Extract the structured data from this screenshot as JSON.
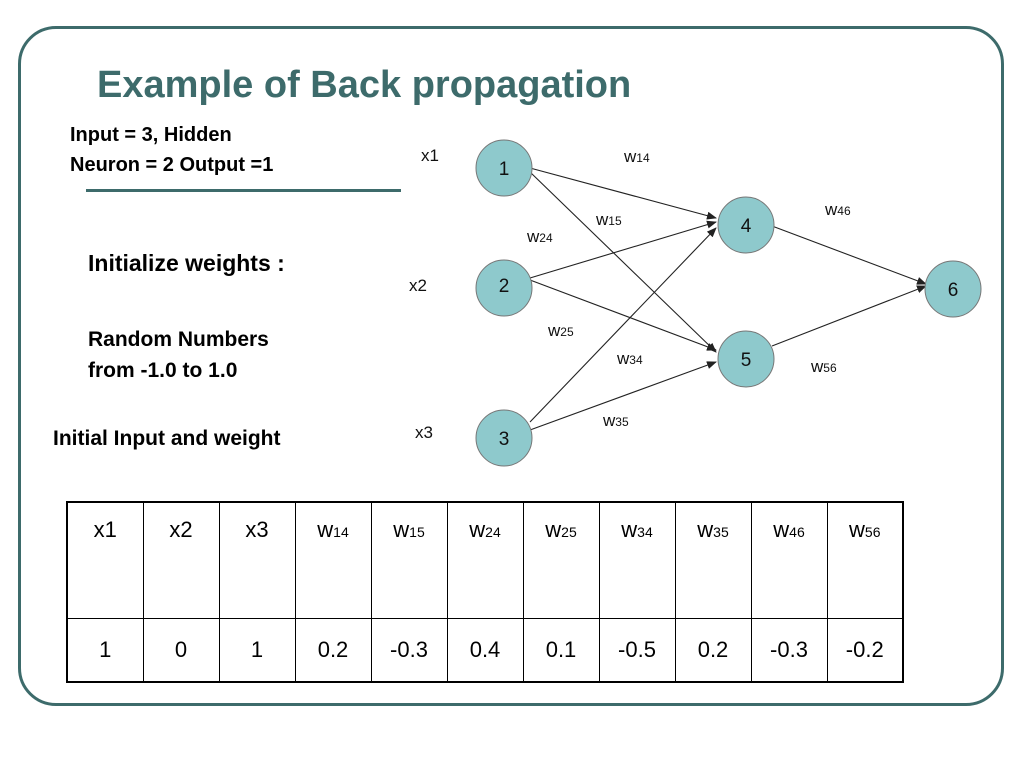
{
  "title": "Example of Back propagation",
  "subtitle": {
    "line1": "Input = 3, Hidden",
    "line2": "Neuron = 2 Output =1"
  },
  "init_heading": "Initialize weights :",
  "random": {
    "line1": "Random Numbers",
    "line2": "from -1.0 to 1.0"
  },
  "initial_label": "Initial Input  and weight",
  "network": {
    "nodes": [
      "1",
      "2",
      "3",
      "4",
      "5",
      "6"
    ],
    "inputs": [
      "x1",
      "x2",
      "x3"
    ],
    "weights": [
      {
        "base": "w",
        "sub": "14"
      },
      {
        "base": "w",
        "sub": "15"
      },
      {
        "base": "w",
        "sub": "24"
      },
      {
        "base": "w",
        "sub": "25"
      },
      {
        "base": "w",
        "sub": "34"
      },
      {
        "base": "w",
        "sub": "35"
      },
      {
        "base": "w",
        "sub": "46"
      },
      {
        "base": "w",
        "sub": "56"
      }
    ],
    "node_color": "#8ec9cc"
  },
  "table": {
    "headers": [
      {
        "base": "x1",
        "sub": ""
      },
      {
        "base": "x2",
        "sub": ""
      },
      {
        "base": "x3",
        "sub": ""
      },
      {
        "base": "w",
        "sub": "14"
      },
      {
        "base": "w",
        "sub": "15"
      },
      {
        "base": "w",
        "sub": "24"
      },
      {
        "base": "w",
        "sub": "25"
      },
      {
        "base": "w",
        "sub": "34"
      },
      {
        "base": "w",
        "sub": "35"
      },
      {
        "base": "w",
        "sub": "46"
      },
      {
        "base": "w",
        "sub": "56"
      }
    ],
    "values": [
      "1",
      "0",
      "1",
      "0.2",
      "-0.3",
      "0.4",
      "0.1",
      "-0.5",
      "0.2",
      "-0.3",
      "-0.2"
    ]
  },
  "colors": {
    "accent": "#3d6b6b"
  }
}
